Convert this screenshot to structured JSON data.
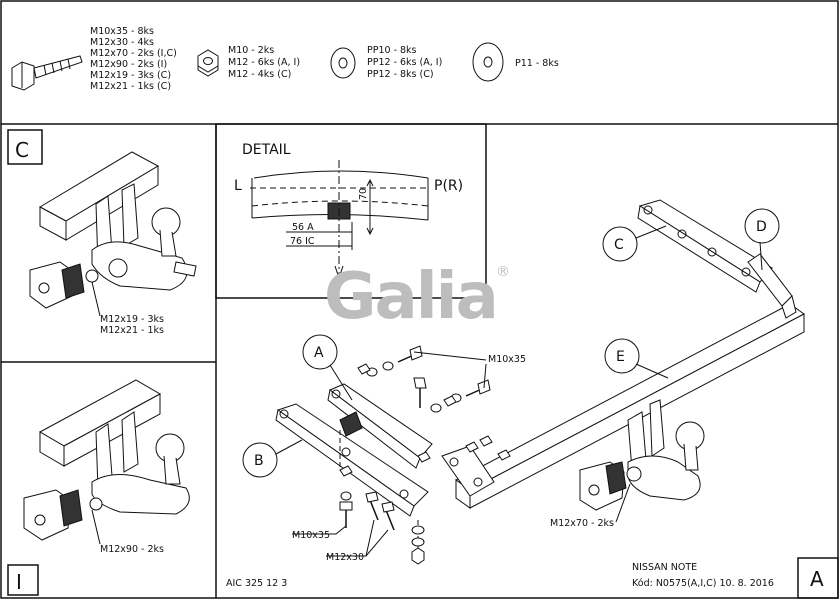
{
  "hardware": {
    "bolts": [
      "M10x35 - 8ks",
      "M12x30 - 4ks",
      "M12x70 - 2ks (I,C)",
      "M12x90 - 2ks (I)",
      "M12x19 - 3ks (C)",
      "M12x21 - 1ks (C)"
    ],
    "nuts": [
      "M10 - 2ks",
      "M12 - 6ks (A, I)",
      "M12 - 4ks (C)"
    ],
    "washers": [
      "PP10 - 8ks",
      "PP12 - 6ks (A, I)",
      "PP12 - 8ks (C)"
    ],
    "plates": [
      "P11 - 8ks"
    ]
  },
  "panel_c": {
    "label": "C",
    "callouts": [
      "M12x19 - 3ks",
      "M12x21 - 1ks"
    ]
  },
  "panel_i": {
    "label": "I",
    "callouts": [
      "M12x90 - 2ks"
    ]
  },
  "detail": {
    "title": "DETAIL",
    "left": "L",
    "right": "P(R)",
    "dim_vertical": "70",
    "dim_a": "56 A",
    "dim_ic": "76 IC"
  },
  "logo": {
    "text": "Galia",
    "mark": "®"
  },
  "main": {
    "labels": {
      "a": "A",
      "b": "B",
      "c": "C",
      "d": "D",
      "e": "E"
    },
    "callouts": {
      "m10x35_top": "M10x35",
      "m10x35_bottom": "M10x35",
      "m12x30": "M12x30",
      "m12x70": "M12x70 - 2ks"
    }
  },
  "footer": {
    "code": "AIC 325 12 3",
    "vehicle": "NISSAN NOTE",
    "kod": "Kód: N0575(A,I,C)  10. 8. 2016",
    "corner_label": "A"
  }
}
